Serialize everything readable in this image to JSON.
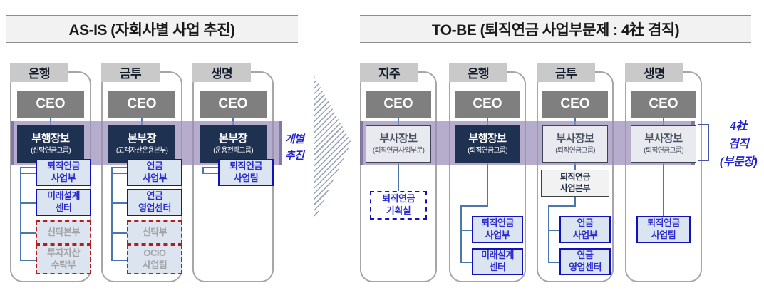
{
  "titles": {
    "asis": "AS-IS (자회사별 사업 추진)",
    "tobe": "TO-BE (퇴직연금 사업부문제 : 4社 겸직)"
  },
  "labels": {
    "arrow_note_line1": "개별",
    "arrow_note_line2": "추진",
    "side_note_line1": "4社",
    "side_note_line2": "겸직",
    "side_note_line3": "(부문장)"
  },
  "colors": {
    "navy_box": "#1f3150",
    "purple_band": "#988eb7",
    "blue_box_border": "#1212bd",
    "blue_box_fill": "#dbe5f2",
    "blue_text": "#2d2dcd",
    "red_dashed_border": "#b01e1e",
    "ceo_gray": "#7f7f7f",
    "tab_gray": "#c9c9c9",
    "note_blue": "#2323d0",
    "connector_blue": "#4a77ad"
  },
  "asis": {
    "columns": [
      {
        "header": "은행",
        "ceo": "CEO",
        "head": {
          "title": "부행장보",
          "sub": "(신탁연금그룹)"
        },
        "children": [
          {
            "line1": "퇴직연금",
            "line2": "사업부"
          },
          {
            "line1": "미래설계",
            "line2": "센터"
          },
          {
            "line1": "신탁본부",
            "line2": ""
          },
          {
            "line1": "투자자산",
            "line2": "수탁부"
          }
        ]
      },
      {
        "header": "금투",
        "ceo": "CEO",
        "head": {
          "title": "본부장",
          "sub": "(고객자산운용본부)"
        },
        "children": [
          {
            "line1": "연금",
            "line2": "사업부"
          },
          {
            "line1": "연금",
            "line2": "영업센터"
          },
          {
            "line1": "신탁부",
            "line2": ""
          },
          {
            "line1": "OCIO",
            "line2": "사업팀"
          }
        ]
      },
      {
        "header": "생명",
        "ceo": "CEO",
        "head": {
          "title": "본부장",
          "sub": "(운용전략그룹)"
        },
        "children": [
          {
            "line1": "퇴직연금",
            "line2": "사업팀"
          }
        ]
      }
    ]
  },
  "tobe": {
    "columns": [
      {
        "header": "지주",
        "ceo": "CEO",
        "head": {
          "title": "부사장보",
          "sub": "(퇴직연금사업부문)"
        },
        "children": [
          {
            "line1": "퇴직연금",
            "line2": "기획실"
          }
        ]
      },
      {
        "header": "은행",
        "ceo": "CEO",
        "head": {
          "title": "부행장보",
          "sub": "(퇴직연금그룹)"
        },
        "children": [
          {
            "line1": "퇴직연금",
            "line2": "사업부"
          },
          {
            "line1": "미래설계",
            "line2": "센터"
          }
        ]
      },
      {
        "header": "금투",
        "ceo": "CEO",
        "head": {
          "title": "부사장보",
          "sub": "(퇴직연금그룹)"
        },
        "mid": {
          "line1": "퇴직연금",
          "line2": "사업본부"
        },
        "children": [
          {
            "line1": "연금",
            "line2": "사업부"
          },
          {
            "line1": "연금",
            "line2": "영업센터"
          }
        ]
      },
      {
        "header": "생명",
        "ceo": "CEO",
        "head": {
          "title": "부사장보",
          "sub": "(퇴직연금그룹)"
        },
        "children": [
          {
            "line1": "퇴직연금",
            "line2": "사업팀"
          }
        ]
      }
    ]
  }
}
